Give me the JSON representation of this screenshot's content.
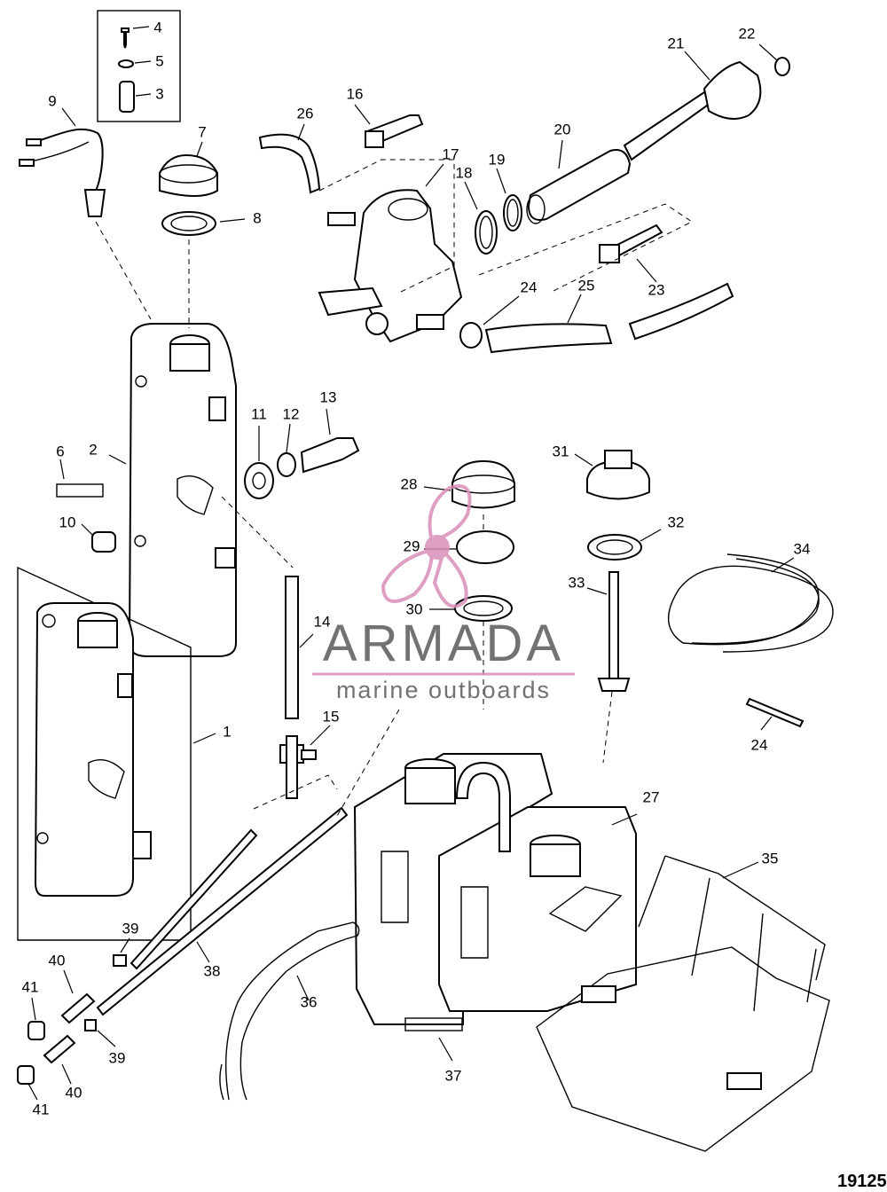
{
  "callouts": [
    "1",
    "2",
    "3",
    "4",
    "5",
    "6",
    "7",
    "8",
    "9",
    "10",
    "11",
    "12",
    "13",
    "14",
    "15",
    "16",
    "17",
    "18",
    "19",
    "20",
    "21",
    "22",
    "23",
    "24",
    "25",
    "26",
    "27",
    "28",
    "29",
    "30",
    "31",
    "32",
    "33",
    "34",
    "35",
    "36",
    "37",
    "38",
    "39",
    "40",
    "41"
  ],
  "repeated_callouts": {
    "24b": "24",
    "39b": "39",
    "40b": "40",
    "41b": "41"
  },
  "watermark": {
    "brand": "ARMADA",
    "tagline": "marine outboards",
    "color": "#d98fb8"
  },
  "drawing_number": "19125"
}
